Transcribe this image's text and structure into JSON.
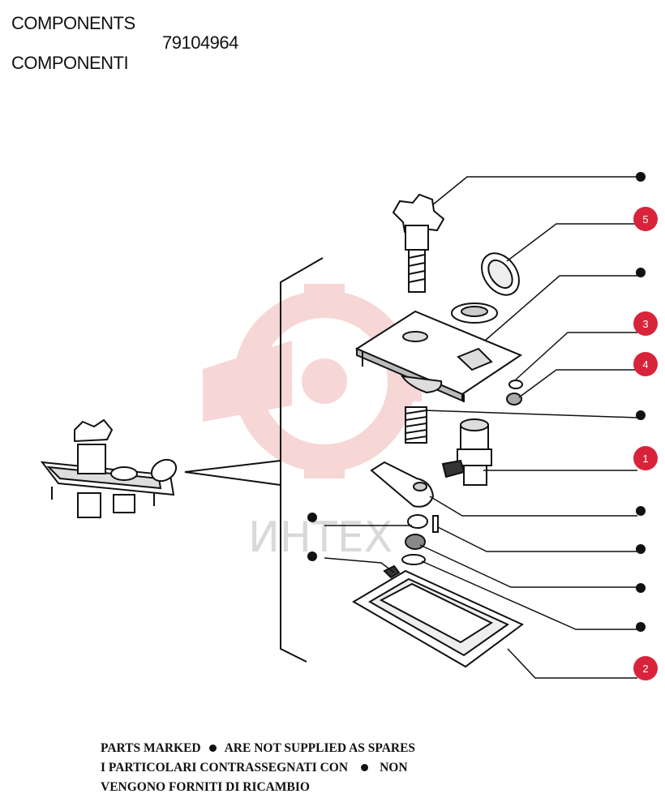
{
  "header": {
    "line1": "COMPONENTS",
    "line2": "COMPONENTI",
    "code": "79104964"
  },
  "watermark": {
    "text": "ИНТЕХ",
    "color": "#f2b6b6"
  },
  "callouts": [
    "",
    "5",
    "",
    "3",
    "4",
    "",
    "1",
    "",
    "",
    "",
    "",
    "2",
    "",
    ""
  ],
  "colors": {
    "callout_fill": "#d8243a",
    "ink": "#111111"
  },
  "footer": {
    "line1_a": "PARTS MARKED",
    "line1_b": "ARE NOT SUPPLIED AS SPARES",
    "line2_a": "I PARTICOLARI CONTRASSEGNATI CON",
    "line2_b": "NON",
    "line3": "VENGONO FORNITI DI RICAMBIO"
  }
}
